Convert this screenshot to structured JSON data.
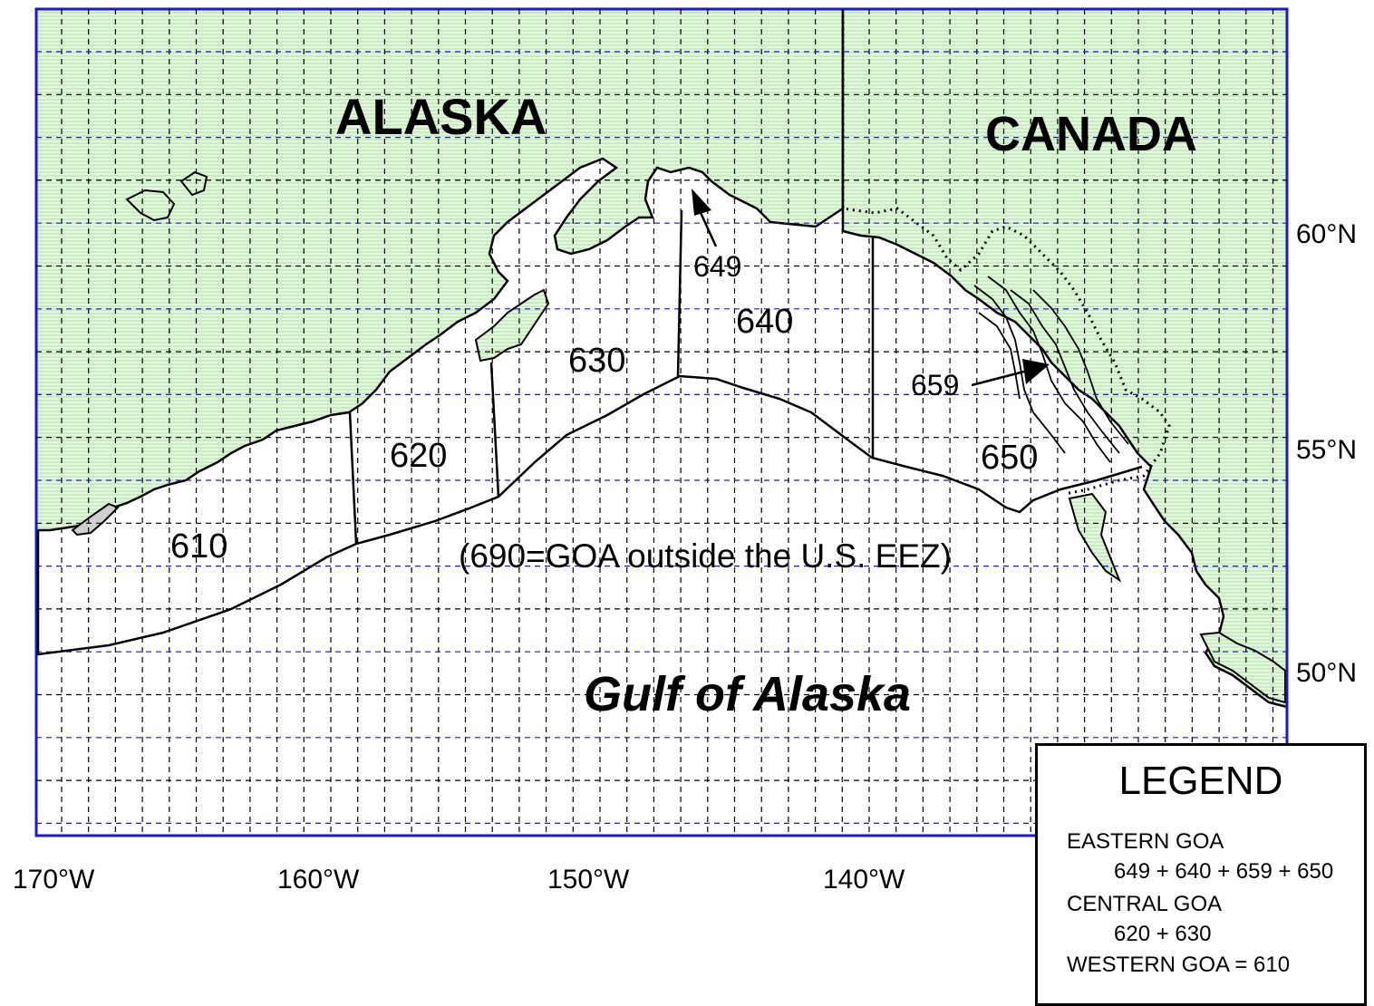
{
  "map": {
    "labels": {
      "alaska": "ALASKA",
      "canada": "CANADA",
      "gulf": "Gulf of Alaska",
      "outside_eez": "(690=GOA outside the U.S. EEZ)"
    },
    "areas": {
      "a610": "610",
      "a620": "620",
      "a630": "630",
      "a640": "640",
      "a649": "649",
      "a650": "650",
      "a659": "659"
    },
    "longitude_labels": [
      "170°W",
      "160°W",
      "150°W",
      "140°W"
    ],
    "latitude_labels": [
      "60°N",
      "55°N",
      "50°N"
    ],
    "colors": {
      "land": "#d9f5d3",
      "grid": "#1a1ac8",
      "frame": "#1a1ac8",
      "lines": "#000000"
    }
  },
  "legend": {
    "title": "LEGEND",
    "eastern_label": "EASTERN GOA",
    "eastern_value": "649 + 640 + 659 + 650",
    "central_label": "CENTRAL GOA",
    "central_value": "620 + 630",
    "western": "WESTERN GOA = 610"
  }
}
